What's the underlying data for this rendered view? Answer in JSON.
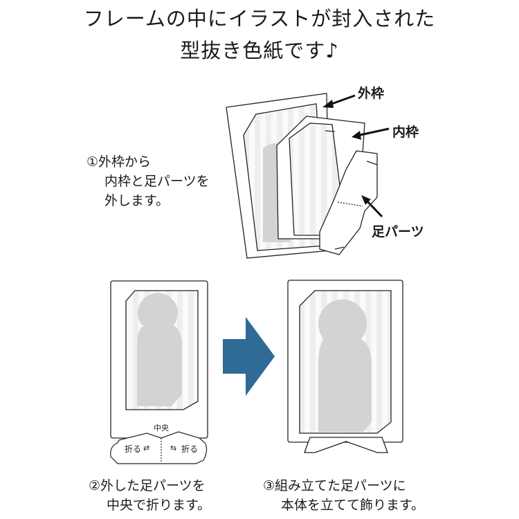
{
  "title": {
    "line1": "フレームの中にイラストが封入された",
    "line2": "型抜き色紙です♪"
  },
  "labels": {
    "outer_frame": "外枠",
    "inner_frame": "内枠",
    "stand_part": "足パーツ",
    "center": "中央",
    "fold_left": "折る",
    "fold_right": "折る"
  },
  "steps": [
    {
      "line1": "①外枠から",
      "line2": "内枠と足パーツを",
      "line3": "外します。"
    },
    {
      "line1": "②外した足パーツを",
      "line2": "中央で折ります。"
    },
    {
      "line1": "③組み立てた足パーツに",
      "line2": "本体を立てて飾ります。"
    }
  ],
  "colors": {
    "arrow": "#2f6b94",
    "silhouette": "#d3d3d3",
    "stripe": "#f1f1f1",
    "line": "#222222"
  }
}
